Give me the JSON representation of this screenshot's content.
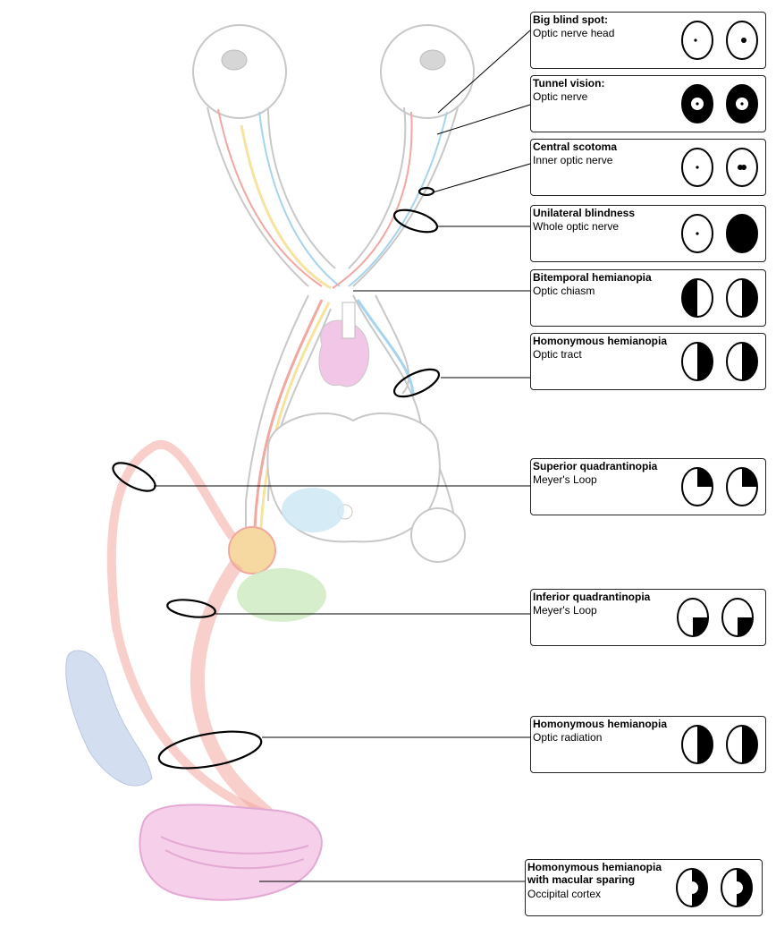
{
  "deficits": [
    {
      "title": "Big blind spot:",
      "site": "Optic nerve head",
      "pattern": "blind-spot"
    },
    {
      "title": "Tunnel vision:",
      "site": "Optic nerve",
      "pattern": "tunnel"
    },
    {
      "title": "Central scotoma",
      "site": "Inner optic nerve",
      "pattern": "central"
    },
    {
      "title": "Unilateral blindness",
      "site": "Whole optic nerve",
      "pattern": "unilateral"
    },
    {
      "title": "Bitemporal hemianopia",
      "site": "Optic chiasm",
      "pattern": "bitemporal"
    },
    {
      "title": "Homonymous hemianopia",
      "site": "Optic tract",
      "pattern": "homonymous"
    },
    {
      "title": "Superior quadrantinopia",
      "site": "Meyer's Loop",
      "pattern": "superior-quadrant"
    },
    {
      "title": "Inferior quadrantinopia",
      "site": "Meyer's Loop",
      "pattern": "inferior-quadrant"
    },
    {
      "title": "Homonymous hemianopia",
      "site": "Optic radiation",
      "pattern": "homonymous"
    },
    {
      "title": "Homonymous hemianopia\nwith macular sparing",
      "site": "Occipital cortex",
      "pattern": "macular-sparing"
    }
  ],
  "colors": {
    "outline": "#c8c8c8",
    "red_pathway": "#f2a7a0",
    "blue_pathway": "#a6d3ee",
    "yellow_pathway": "#f7e3a0",
    "pink_structure": "#f2c6e6",
    "green_structure": "#cdeac0",
    "ink": "#000000"
  }
}
